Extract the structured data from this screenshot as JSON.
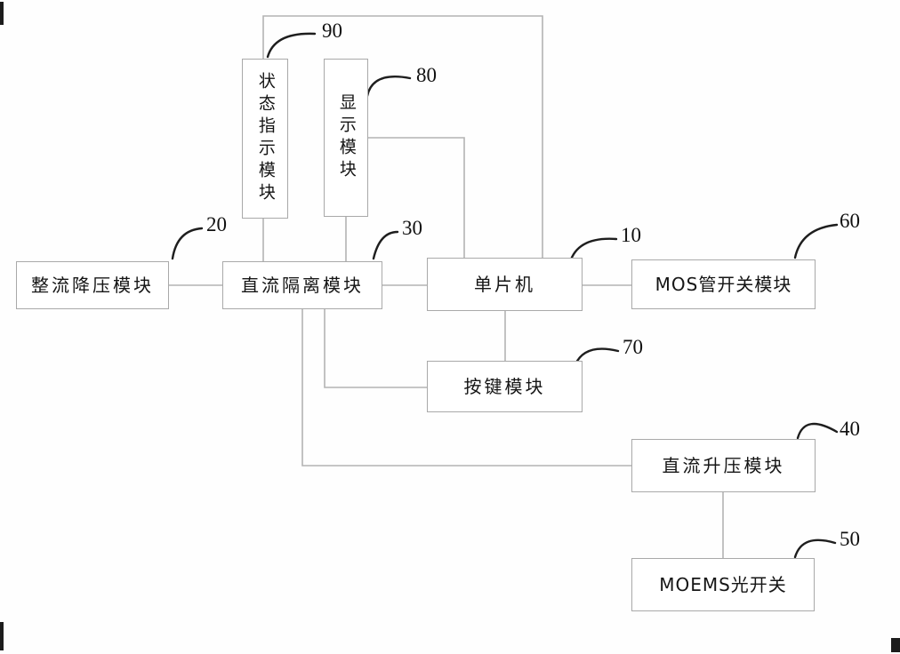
{
  "figure": {
    "type": "patent-block-diagram",
    "background_color": "#fefefe",
    "connector_color": "#b3b3b3",
    "leader_line_color": "#1e1e1e",
    "box_border_color": "#a9a9a9",
    "text_color": "#151515"
  },
  "blocks": [
    {
      "id": "status-indicator-module",
      "label": "状态指示模块",
      "ref": "90",
      "orientation": "vertical"
    },
    {
      "id": "display-module",
      "label": "显示模块",
      "ref": "80",
      "orientation": "vertical"
    },
    {
      "id": "rectifier-buck-module",
      "label": "整流降压模块",
      "ref": "20",
      "orientation": "horizontal"
    },
    {
      "id": "dc-isolation-module",
      "label": "直流隔离模块",
      "ref": "30",
      "orientation": "horizontal"
    },
    {
      "id": "mcu",
      "label": "单片机",
      "ref": "10",
      "orientation": "horizontal"
    },
    {
      "id": "mos-switch-module",
      "label": "MOS管开关模块",
      "ref": "60",
      "orientation": "horizontal"
    },
    {
      "id": "key-module",
      "label": "按键模块",
      "ref": "70",
      "orientation": "horizontal"
    },
    {
      "id": "dc-boost-module",
      "label": "直流升压模块",
      "ref": "40",
      "orientation": "horizontal"
    },
    {
      "id": "moems-optical-switch",
      "label": "MOEMS光开关",
      "ref": "50",
      "orientation": "horizontal"
    }
  ],
  "connections": [
    "status-indicator-module — mcu (top routed line)",
    "status-indicator-module — dc-isolation-module",
    "display-module — dc-isolation-module",
    "display-module — mcu",
    "rectifier-buck-module — dc-isolation-module",
    "dc-isolation-module — mcu",
    "mcu — mos-switch-module",
    "mcu — key-module",
    "dc-isolation-module — key-module",
    "dc-isolation-module — dc-boost-module",
    "dc-boost-module — moems-optical-switch"
  ]
}
